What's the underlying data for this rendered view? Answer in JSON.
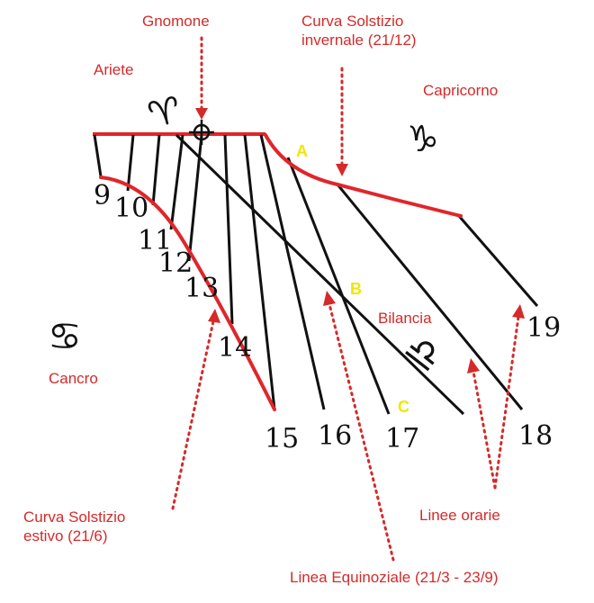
{
  "labels": {
    "gnomone": "Gnomone",
    "solstizio_invernale_1": "Curva Solstizio",
    "solstizio_invernale_2": "invernale (21/12)",
    "ariete": "Ariete",
    "capricorno": "Capricorno",
    "bilancia": "Bilancia",
    "cancro": "Cancro",
    "solstizio_estivo_1": "Curva Solstizio",
    "solstizio_estivo_2": "estivo (21/6)",
    "linee_orarie": "Linee orarie",
    "linea_equinoziale": "Linea Equinoziale (21/3 - 23/9)"
  },
  "points": {
    "a": "A",
    "b": "B",
    "c": "C"
  },
  "hours": [
    "9",
    "10",
    "11",
    "12",
    "13",
    "14",
    "15",
    "16",
    "17",
    "18",
    "19"
  ],
  "symbols": {
    "ariete": "♈",
    "capricorno": "♑",
    "bilancia": "♎",
    "cancro": "♋",
    "ariete_icon": "aries-icon",
    "capricorno_icon": "capricorn-icon",
    "bilancia_icon": "libra-icon",
    "cancro_icon": "cancer-icon"
  },
  "colors": {
    "red": "#e0262a",
    "label_red": "#d42a2a",
    "yellow": "#f2e600",
    "black": "#111111"
  }
}
